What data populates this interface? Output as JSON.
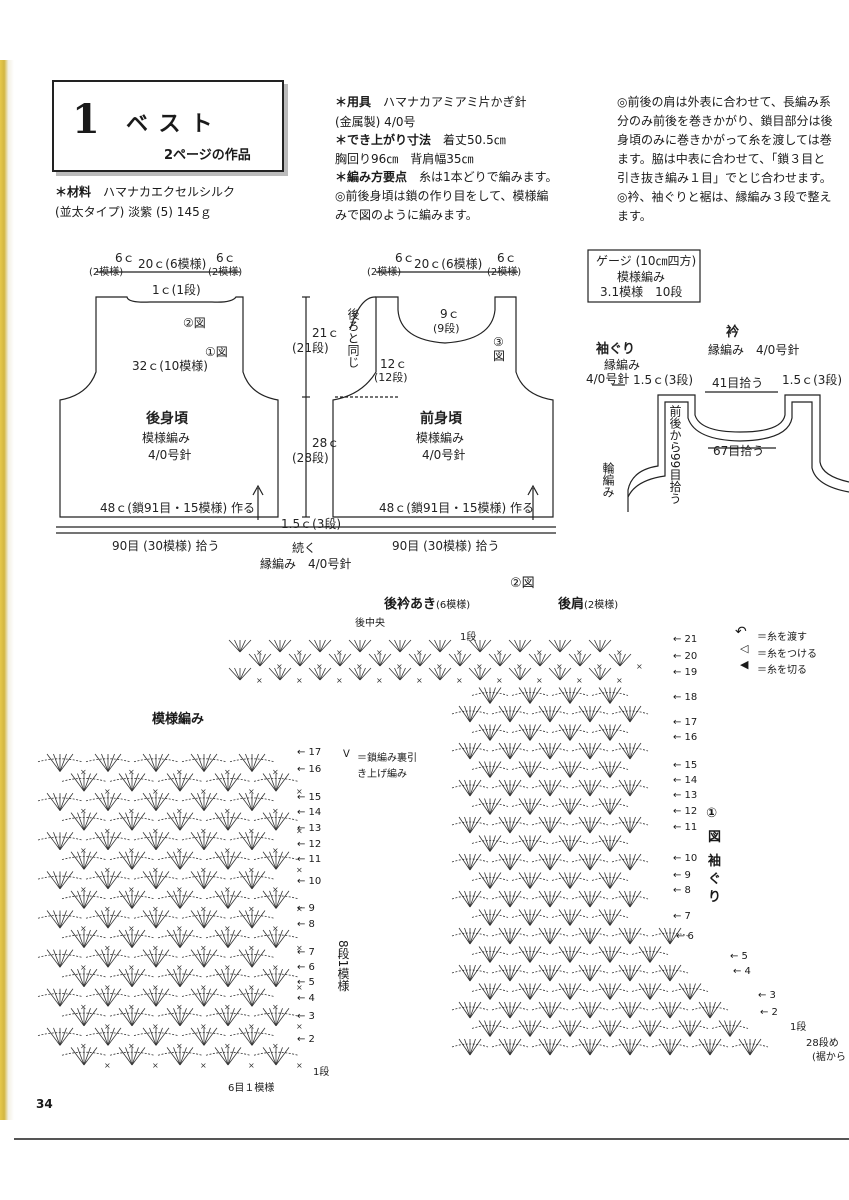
{
  "header": {
    "number": "1",
    "title": "ベスト",
    "subtitle": "2ページの作品"
  },
  "materials": {
    "label": "＊材料",
    "yarn": "ハマナカエクセルシルク",
    "yarn_detail": "(並太タイプ) 淡紫 (5) 145ｇ"
  },
  "tools": {
    "label": "＊用具",
    "text": "ハマナカアミアミ片かぎ針",
    "text2": "(金属製) 4/0号"
  },
  "finished_size": {
    "label": "＊でき上がり寸法",
    "text": "着丈50.5㎝",
    "text2": "胸回り96㎝　背肩幅35㎝"
  },
  "points": {
    "label": "＊編み方要点",
    "text": "糸は1本どりで編みます。",
    "line1": "◎前後身頃は鎖の作り目をして、模様編",
    "line2": "みで図のように編みます。"
  },
  "right_notes": {
    "line1": "◎前後の肩は外表に合わせて、長編み系",
    "line2": "分のみ前後を巻きかがり、鎖目部分は後",
    "line3": "身頃のみに巻きかがって糸を渡しては巻",
    "line4": "ます。脇は中表に合わせて、「鎖３目と",
    "line5": "引き抜き編み１目」でとじ合わせます。",
    "line6": "◎衿、袖ぐりと裾は、縁編み３段で整え",
    "line7": "ます。"
  },
  "gauge": {
    "title": "ゲージ (10㎝四方)",
    "line1": "模様編み",
    "line2": "3.1模様　10段"
  },
  "back": {
    "top_left": "6ｃ",
    "top_left2": "(2模様)",
    "top_mid": "20ｃ(6模様)",
    "top_right": "6ｃ",
    "top_right2": "(2模様)",
    "neck": "1ｃ(1段)",
    "fig2": "②図",
    "fig1": "①図",
    "width": "32ｃ(10模様)",
    "name": "後身頃",
    "stitch": "模様編み",
    "needle": "4/0号針",
    "cast_on": "48ｃ(鎖91目・15模様) 作る",
    "pickup": "90目 (30模様) 拾う",
    "h_top": "21ｃ",
    "h_top2": "(21段)",
    "h_bottom": "28ｃ",
    "h_bottom2": "(28段)"
  },
  "front": {
    "top_left": "6ｃ",
    "top_left2": "(2模様)",
    "top_mid": "20ｃ(6模様)",
    "top_right": "6ｃ",
    "top_right2": "(2模様)",
    "same_as_back": "後ろと同じ",
    "neck": "9ｃ",
    "neck2": "(9段)",
    "drop": "12ｃ",
    "drop2": "(12段)",
    "fig3": "③",
    "fig3b": "図",
    "name": "前身頃",
    "stitch": "模様編み",
    "needle": "4/0号針",
    "cast_on": "48ｃ(鎖91目・15模様) 作る",
    "pickup": "90目 (30模様) 拾う"
  },
  "edging": {
    "border": "1.5ｃ(3段)",
    "continue": "続く",
    "edge_stitch": "縁編み　4/0号針"
  },
  "collar": {
    "sleeve_title": "袖ぐり",
    "sleeve_stitch": "縁編み",
    "sleeve_needle": "4/0号針",
    "sleeve_border": "1.5ｃ(3段)",
    "collar_title": "衿",
    "collar_stitch": "縁編み　4/0号針",
    "pick41": "41目拾う",
    "collar_border": "1.5ｃ(3段)",
    "pick67": "67目拾う",
    "from_fb": "前後から99目拾う",
    "ring": "輪編み"
  },
  "fig2_chart": {
    "label": "②図",
    "back_neck": "後衿あき",
    "back_neck_count": "(6模様)",
    "shoulder": "後肩",
    "shoulder_count": "(2模様)",
    "center": "後中央",
    "row1": "1段",
    "rows": [
      "21",
      "20",
      "19",
      "18",
      "17",
      "16",
      "15",
      "14",
      "13",
      "12",
      "11",
      "10",
      "9",
      "8",
      "7",
      "6",
      "5",
      "4",
      "3",
      "2"
    ],
    "row1b": "1段",
    "row28": "28段め",
    "row28b": "(裾から"
  },
  "legend": {
    "pass": "＝糸を渡す",
    "attach": "＝糸をつける",
    "cut": "＝糸を切る"
  },
  "pattern": {
    "title": "模様編み",
    "reverse": "＝鎖編み裏引",
    "reverse2": "き上げ編み",
    "rows": [
      "17",
      "16",
      "15",
      "14",
      "13",
      "12",
      "11",
      "10",
      "9",
      "8",
      "7",
      "6",
      "5",
      "4",
      "3",
      "2"
    ],
    "row1": "1段",
    "repeat": "8段1模様",
    "stitch_repeat": "6目１模様"
  },
  "fig1_label": {
    "num": "①",
    "a": "図",
    "b": "袖",
    "c": "ぐ",
    "d": "り"
  },
  "page_number": "34"
}
